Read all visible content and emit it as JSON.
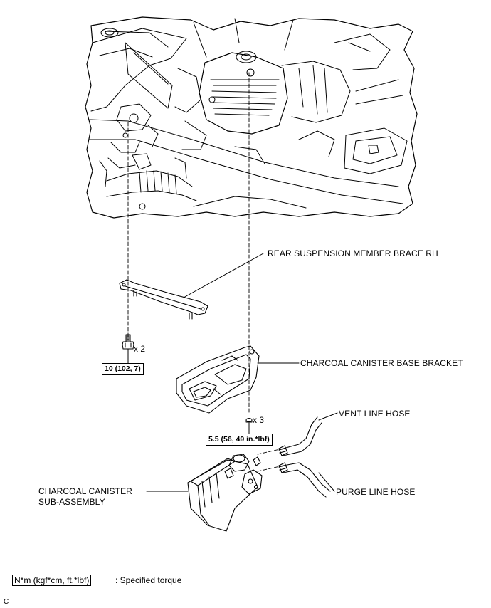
{
  "labels": {
    "brace": "REAR SUSPENSION MEMBER BRACE RH",
    "bracket": "CHARCOAL CANISTER BASE BRACKET",
    "vent_hose": "VENT LINE HOSE",
    "purge_hose": "PURGE LINE HOSE",
    "canister_line1": "CHARCOAL CANISTER",
    "canister_line2": "SUB-ASSEMBLY"
  },
  "torques": {
    "bolt": "10 (102, 7)",
    "nut": "5.5 (56, 49 in.*lbf)"
  },
  "quantities": {
    "bolt": "x 2",
    "nut": "x 3"
  },
  "legend": {
    "unit": "N*m (kgf*cm, ft.*lbf)",
    "description": ": Specified torque"
  },
  "code": "C"
}
